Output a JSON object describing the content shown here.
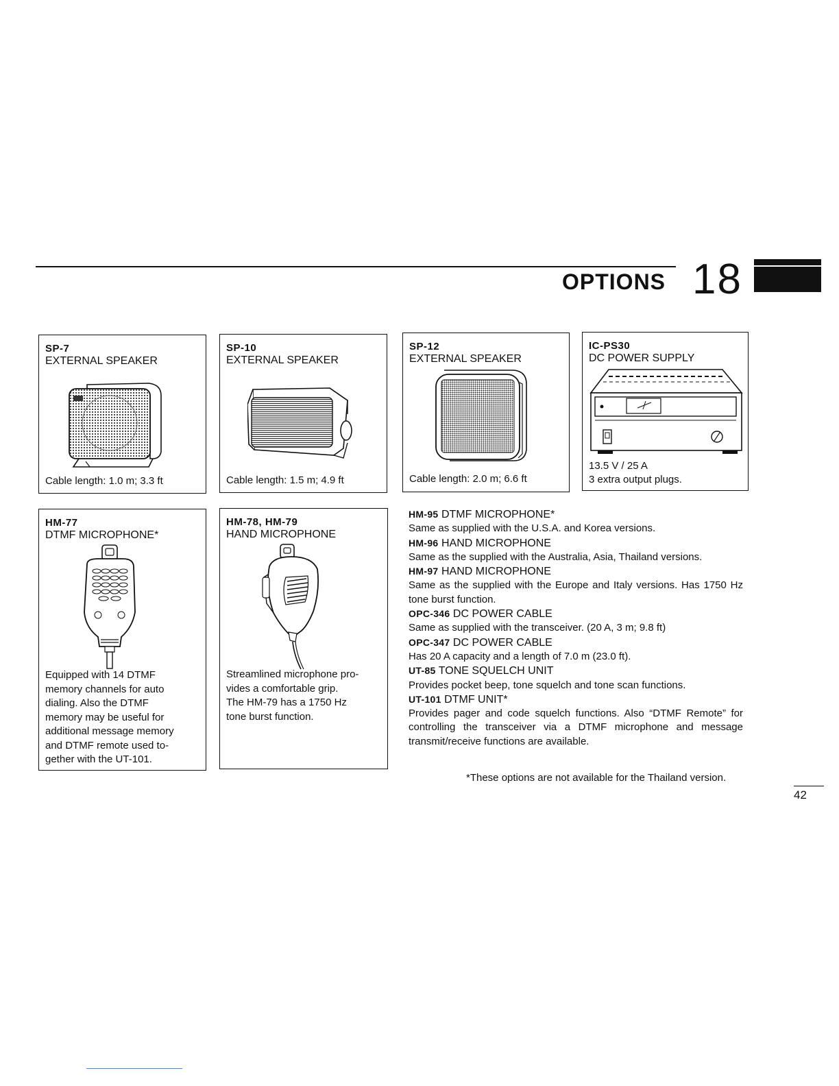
{
  "header": {
    "title": "OPTIONS",
    "section_number": "18"
  },
  "boxes": [
    {
      "code": "SP-7",
      "name": "EXTERNAL SPEAKER",
      "footer": "Cable length: 1.0 m; 3.3 ft"
    },
    {
      "code": "SP-10",
      "name": "EXTERNAL SPEAKER",
      "footer": "Cable length: 1.5 m; 4.9 ft"
    },
    {
      "code": "SP-12",
      "name": "EXTERNAL SPEAKER",
      "footer": "Cable length: 2.0 m; 6.6 ft"
    },
    {
      "code": "IC-PS30",
      "name": "DC POWER SUPPLY",
      "footer_line1": "13.5 V / 25 A",
      "footer_line2": "3 extra output plugs."
    },
    {
      "code": "HM-77",
      "name": "DTMF MICROPHONE*",
      "desc": [
        "Equipped with 14 DTMF",
        "memory channels for auto",
        "dialing.  Also the DTMF",
        "memory may be useful  for",
        "additional message memory",
        "and DTMF remote used to-",
        "gether with the UT-101."
      ]
    },
    {
      "code": "HM-78, HM-79",
      "name": "HAND MICROPHONE",
      "desc": [
        "Streamlined microphone pro-",
        "vides a comfortable grip.",
        "The HM-79 has a 1750 Hz",
        "tone burst function."
      ]
    }
  ],
  "list": [
    {
      "code": "HM-95",
      "name": "DTMF MICROPHONE*",
      "body": "Same as supplied with the U.S.A. and Korea versions."
    },
    {
      "code": "HM-96",
      "name": "HAND MICROPHONE",
      "body": "Same as the supplied with the Australia, Asia, Thailand versions."
    },
    {
      "code": "HM-97",
      "name": "HAND MICROPHONE",
      "body": "Same as the supplied with the Europe and Italy versions.  Has 1750 Hz tone burst function."
    },
    {
      "code": "OPC-346",
      "name": "DC POWER CABLE",
      "body": "Same as supplied with the transceiver. (20 A, 3 m; 9.8 ft)"
    },
    {
      "code": "OPC-347",
      "name": "DC POWER CABLE",
      "body": "Has 20 A capacity and a length of 7.0 m (23.0 ft)."
    },
    {
      "code": "UT-85",
      "name": "TONE SQUELCH UNIT",
      "body": "Provides pocket beep, tone squelch and tone scan functions."
    },
    {
      "code": "UT-101",
      "name": "DTMF UNIT*",
      "body": "Provides pager and code squelch functions.  Also “DTMF Remote” for controlling the transceiver via a DTMF microphone and message transmit/receive functions are available."
    }
  ],
  "footnote": "*These options are not available for the Thailand version.",
  "page_number": "42"
}
